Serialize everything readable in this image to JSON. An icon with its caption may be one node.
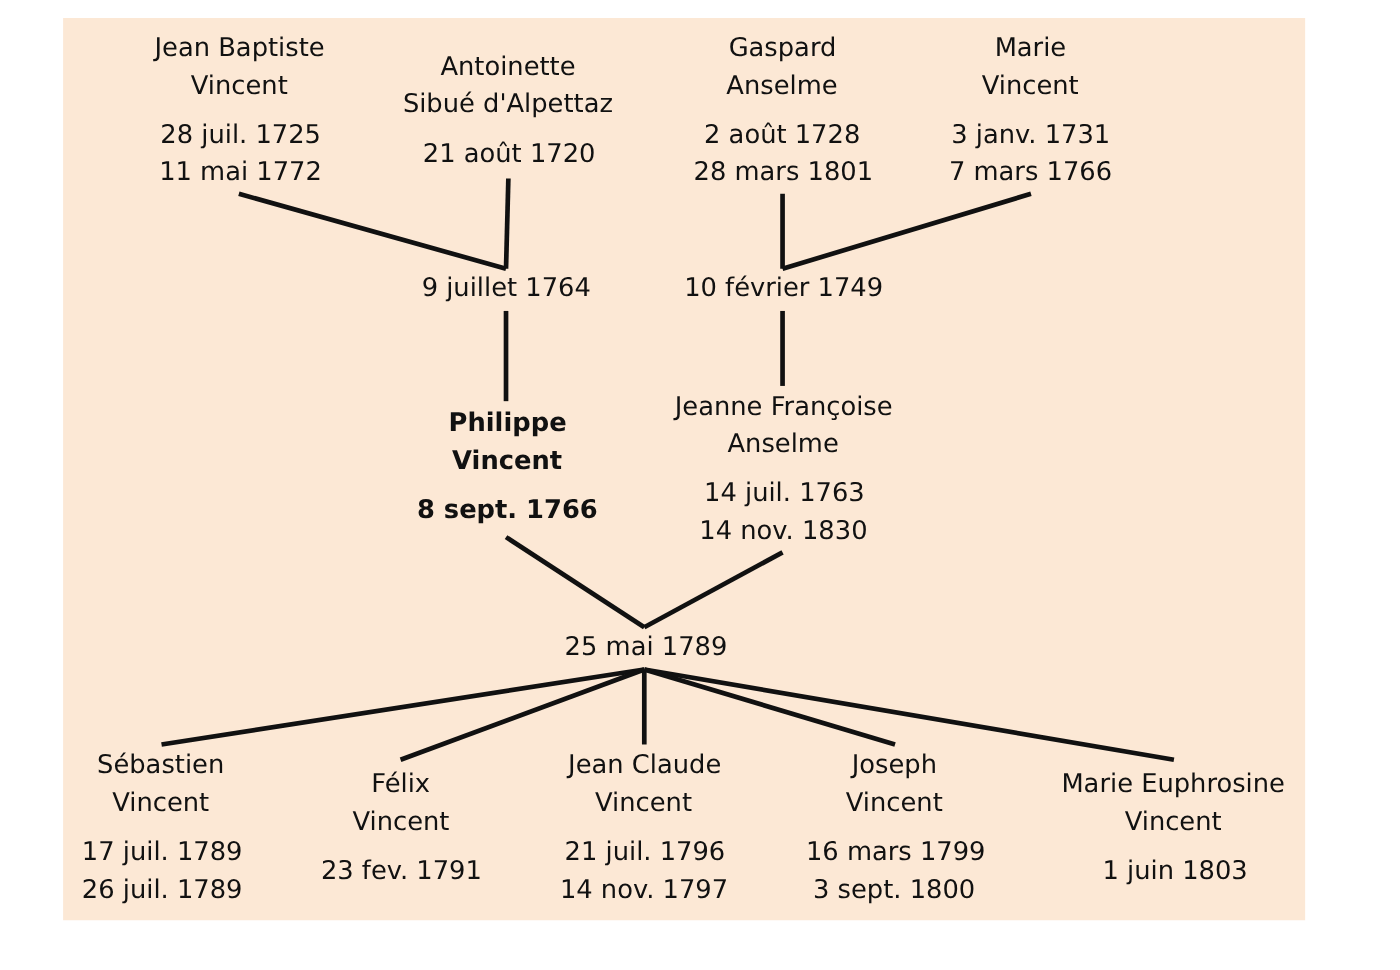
{
  "diagram": {
    "nodes": [
      {
        "text": [
          "Jean Baptiste",
          "Vincent",
          "28 juil. 1725",
          "11 mai 1772"
        ]
      },
      {
        "text": [
          "Antoinette",
          "Sibué d'Alpettaz",
          "21 août 1720"
        ]
      },
      {
        "text": [
          "Gaspard",
          "Anselme",
          "2 août 1728",
          "28 mars 1801"
        ]
      },
      {
        "text": [
          "Marie",
          "Vincent",
          "3 janv. 1731",
          "7 mars 1766"
        ]
      },
      {
        "text": [
          "9 juillet 1764"
        ]
      },
      {
        "text": [
          "10 février 1749"
        ]
      },
      {
        "text": [
          "Philippe",
          "Vincent",
          "8 sept. 1766"
        ]
      },
      {
        "text": [
          "Jeanne Françoise",
          "Anselme",
          "14 juil. 1763",
          "14 nov. 1830"
        ]
      },
      {
        "text": [
          "25 mai 1789"
        ]
      },
      {
        "text": [
          "Sébastien",
          "Vincent",
          "17 juil. 1789",
          "26 juil. 1789"
        ]
      },
      {
        "text": [
          "Félix",
          "Vincent",
          "23 fev. 1791"
        ]
      },
      {
        "text": [
          "Jean Claude",
          "Vincent",
          "21 juil. 1796",
          "14 nov. 1797"
        ]
      },
      {
        "text": [
          "Joseph",
          "Vincent",
          "16 mars 1799",
          "3 sept. 1800"
        ]
      },
      {
        "text": [
          "Marie Euphrosine",
          "Vincent",
          "1 juin 1803"
        ]
      }
    ],
    "edges": [
      {
        "from": 0,
        "to": 4,
        "arrow": "none"
      },
      {
        "from": 1,
        "to": 4,
        "arrow": "none"
      },
      {
        "from": 4,
        "to": 6,
        "arrow": "none"
      },
      {
        "from": 2,
        "to": 5,
        "arrow": "none"
      },
      {
        "from": 3,
        "to": 5,
        "arrow": "none"
      },
      {
        "from": 5,
        "to": 7,
        "arrow": "none"
      },
      {
        "from": 6,
        "to": 8,
        "arrow": "none"
      },
      {
        "from": 7,
        "to": 8,
        "arrow": "none"
      },
      {
        "from": 8,
        "to": 9,
        "arrow": "none"
      },
      {
        "from": 8,
        "to": 10,
        "arrow": "none"
      },
      {
        "from": 8,
        "to": 11,
        "arrow": "none"
      },
      {
        "from": 8,
        "to": 12,
        "arrow": "none"
      },
      {
        "from": 8,
        "to": 13,
        "arrow": "none"
      }
    ]
  }
}
